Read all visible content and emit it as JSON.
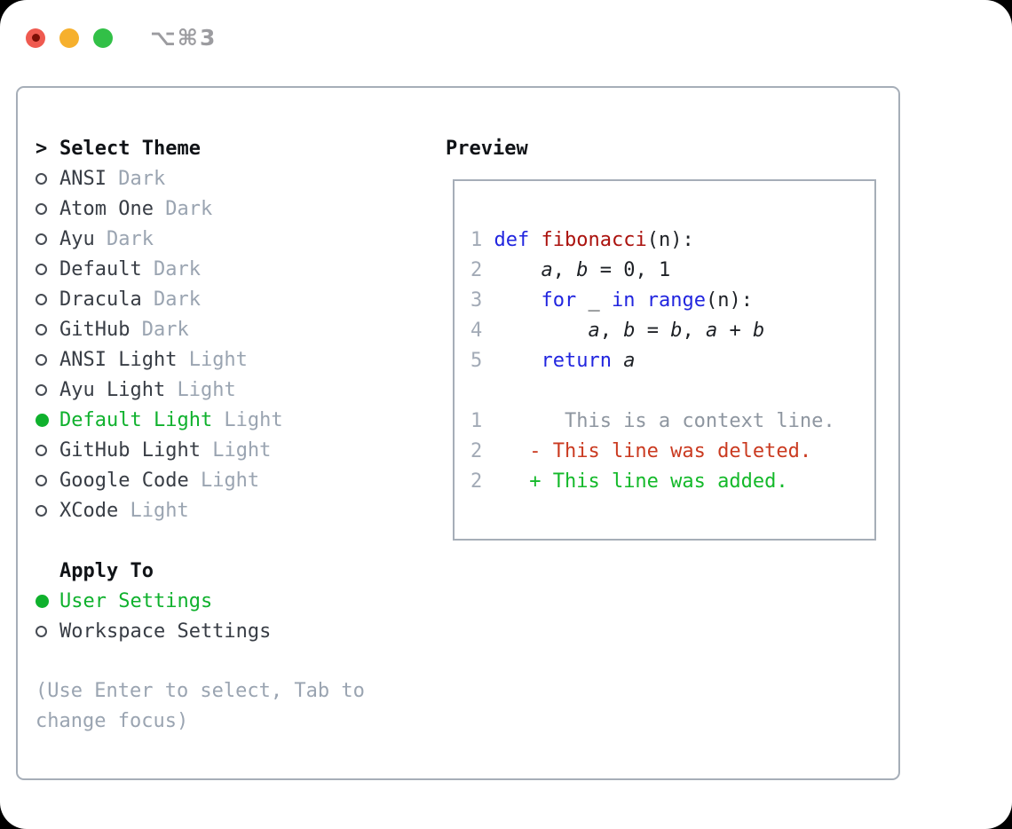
{
  "window": {
    "shortcut": "⌥⌘3"
  },
  "colors": {
    "traffic_red": "#ef5a50",
    "traffic_red_dot": "#7c0f06",
    "traffic_yellow": "#f6b02d",
    "traffic_green": "#32c047",
    "shortcut_gray": "#9c9ca0",
    "border_gray": "#a6aeb8",
    "header_dark": "#101317",
    "item_dark": "#383d45",
    "muted_gray": "#9aa4b1",
    "circle_gray": "#474c54",
    "select_green": "#0fb12d",
    "linenum_gray": "#a2aab6",
    "code_dark": "#1e2126",
    "keyword_blue": "#2125df",
    "function_red": "#ab120e",
    "context_gray": "#8e96a0",
    "deleted_red": "#ca3a20",
    "added_green": "#14b92a"
  },
  "theme_panel": {
    "prompt": ">",
    "title": "Select Theme",
    "themes": [
      {
        "name": "ANSI",
        "variant": "Dark",
        "selected": false
      },
      {
        "name": "Atom One",
        "variant": "Dark",
        "selected": false
      },
      {
        "name": "Ayu",
        "variant": "Dark",
        "selected": false
      },
      {
        "name": "Default",
        "variant": "Dark",
        "selected": false
      },
      {
        "name": "Dracula",
        "variant": "Dark",
        "selected": false
      },
      {
        "name": "GitHub",
        "variant": "Dark",
        "selected": false
      },
      {
        "name": "ANSI Light",
        "variant": "Light",
        "selected": false
      },
      {
        "name": "Ayu Light",
        "variant": "Light",
        "selected": false
      },
      {
        "name": "Default Light",
        "variant": "Light",
        "selected": true
      },
      {
        "name": "GitHub Light",
        "variant": "Light",
        "selected": false
      },
      {
        "name": "Google Code",
        "variant": "Light",
        "selected": false
      },
      {
        "name": "XCode",
        "variant": "Light",
        "selected": false
      }
    ],
    "apply_to": {
      "title": "Apply To",
      "options": [
        {
          "label": "User Settings",
          "selected": true
        },
        {
          "label": "Workspace Settings",
          "selected": false
        }
      ]
    },
    "help": "(Use Enter to select, Tab to change focus)"
  },
  "preview": {
    "title": "Preview",
    "lines": [
      {
        "segments": [
          {
            "t": "1 ",
            "c": "num"
          },
          {
            "t": "def ",
            "c": "kw"
          },
          {
            "t": "fibonacci",
            "c": "fn"
          },
          {
            "t": "(n):",
            "c": "pl"
          }
        ]
      },
      {
        "segments": [
          {
            "t": "2 ",
            "c": "num"
          },
          {
            "t": "    ",
            "c": "pl"
          },
          {
            "t": "a",
            "c": "var"
          },
          {
            "t": ", ",
            "c": "pl"
          },
          {
            "t": "b",
            "c": "var"
          },
          {
            "t": " = 0, 1",
            "c": "pl"
          }
        ]
      },
      {
        "segments": [
          {
            "t": "3 ",
            "c": "num"
          },
          {
            "t": "    ",
            "c": "pl"
          },
          {
            "t": "for",
            "c": "kw"
          },
          {
            "t": " _ ",
            "c": "pl"
          },
          {
            "t": "in",
            "c": "kw"
          },
          {
            "t": " ",
            "c": "pl"
          },
          {
            "t": "range",
            "c": "kw"
          },
          {
            "t": "(n):",
            "c": "pl"
          }
        ]
      },
      {
        "segments": [
          {
            "t": "4 ",
            "c": "num"
          },
          {
            "t": "        ",
            "c": "pl"
          },
          {
            "t": "a",
            "c": "var"
          },
          {
            "t": ", ",
            "c": "pl"
          },
          {
            "t": "b",
            "c": "var"
          },
          {
            "t": " = ",
            "c": "pl"
          },
          {
            "t": "b",
            "c": "var"
          },
          {
            "t": ", ",
            "c": "pl"
          },
          {
            "t": "a",
            "c": "var"
          },
          {
            "t": " + ",
            "c": "pl"
          },
          {
            "t": "b",
            "c": "var"
          }
        ]
      },
      {
        "segments": [
          {
            "t": "5 ",
            "c": "num"
          },
          {
            "t": "    ",
            "c": "pl"
          },
          {
            "t": "return",
            "c": "kw"
          },
          {
            "t": " ",
            "c": "pl"
          },
          {
            "t": "a",
            "c": "var"
          }
        ]
      },
      {
        "segments": [
          {
            "t": "",
            "c": "pl"
          }
        ]
      },
      {
        "segments": [
          {
            "t": "1",
            "c": "num"
          },
          {
            "t": "       This is a context line.",
            "c": "ctx"
          }
        ]
      },
      {
        "segments": [
          {
            "t": "2",
            "c": "num"
          },
          {
            "t": "    - This line was deleted.",
            "c": "del"
          }
        ]
      },
      {
        "segments": [
          {
            "t": "2",
            "c": "num"
          },
          {
            "t": "    + This line was added.",
            "c": "add"
          }
        ]
      }
    ]
  }
}
